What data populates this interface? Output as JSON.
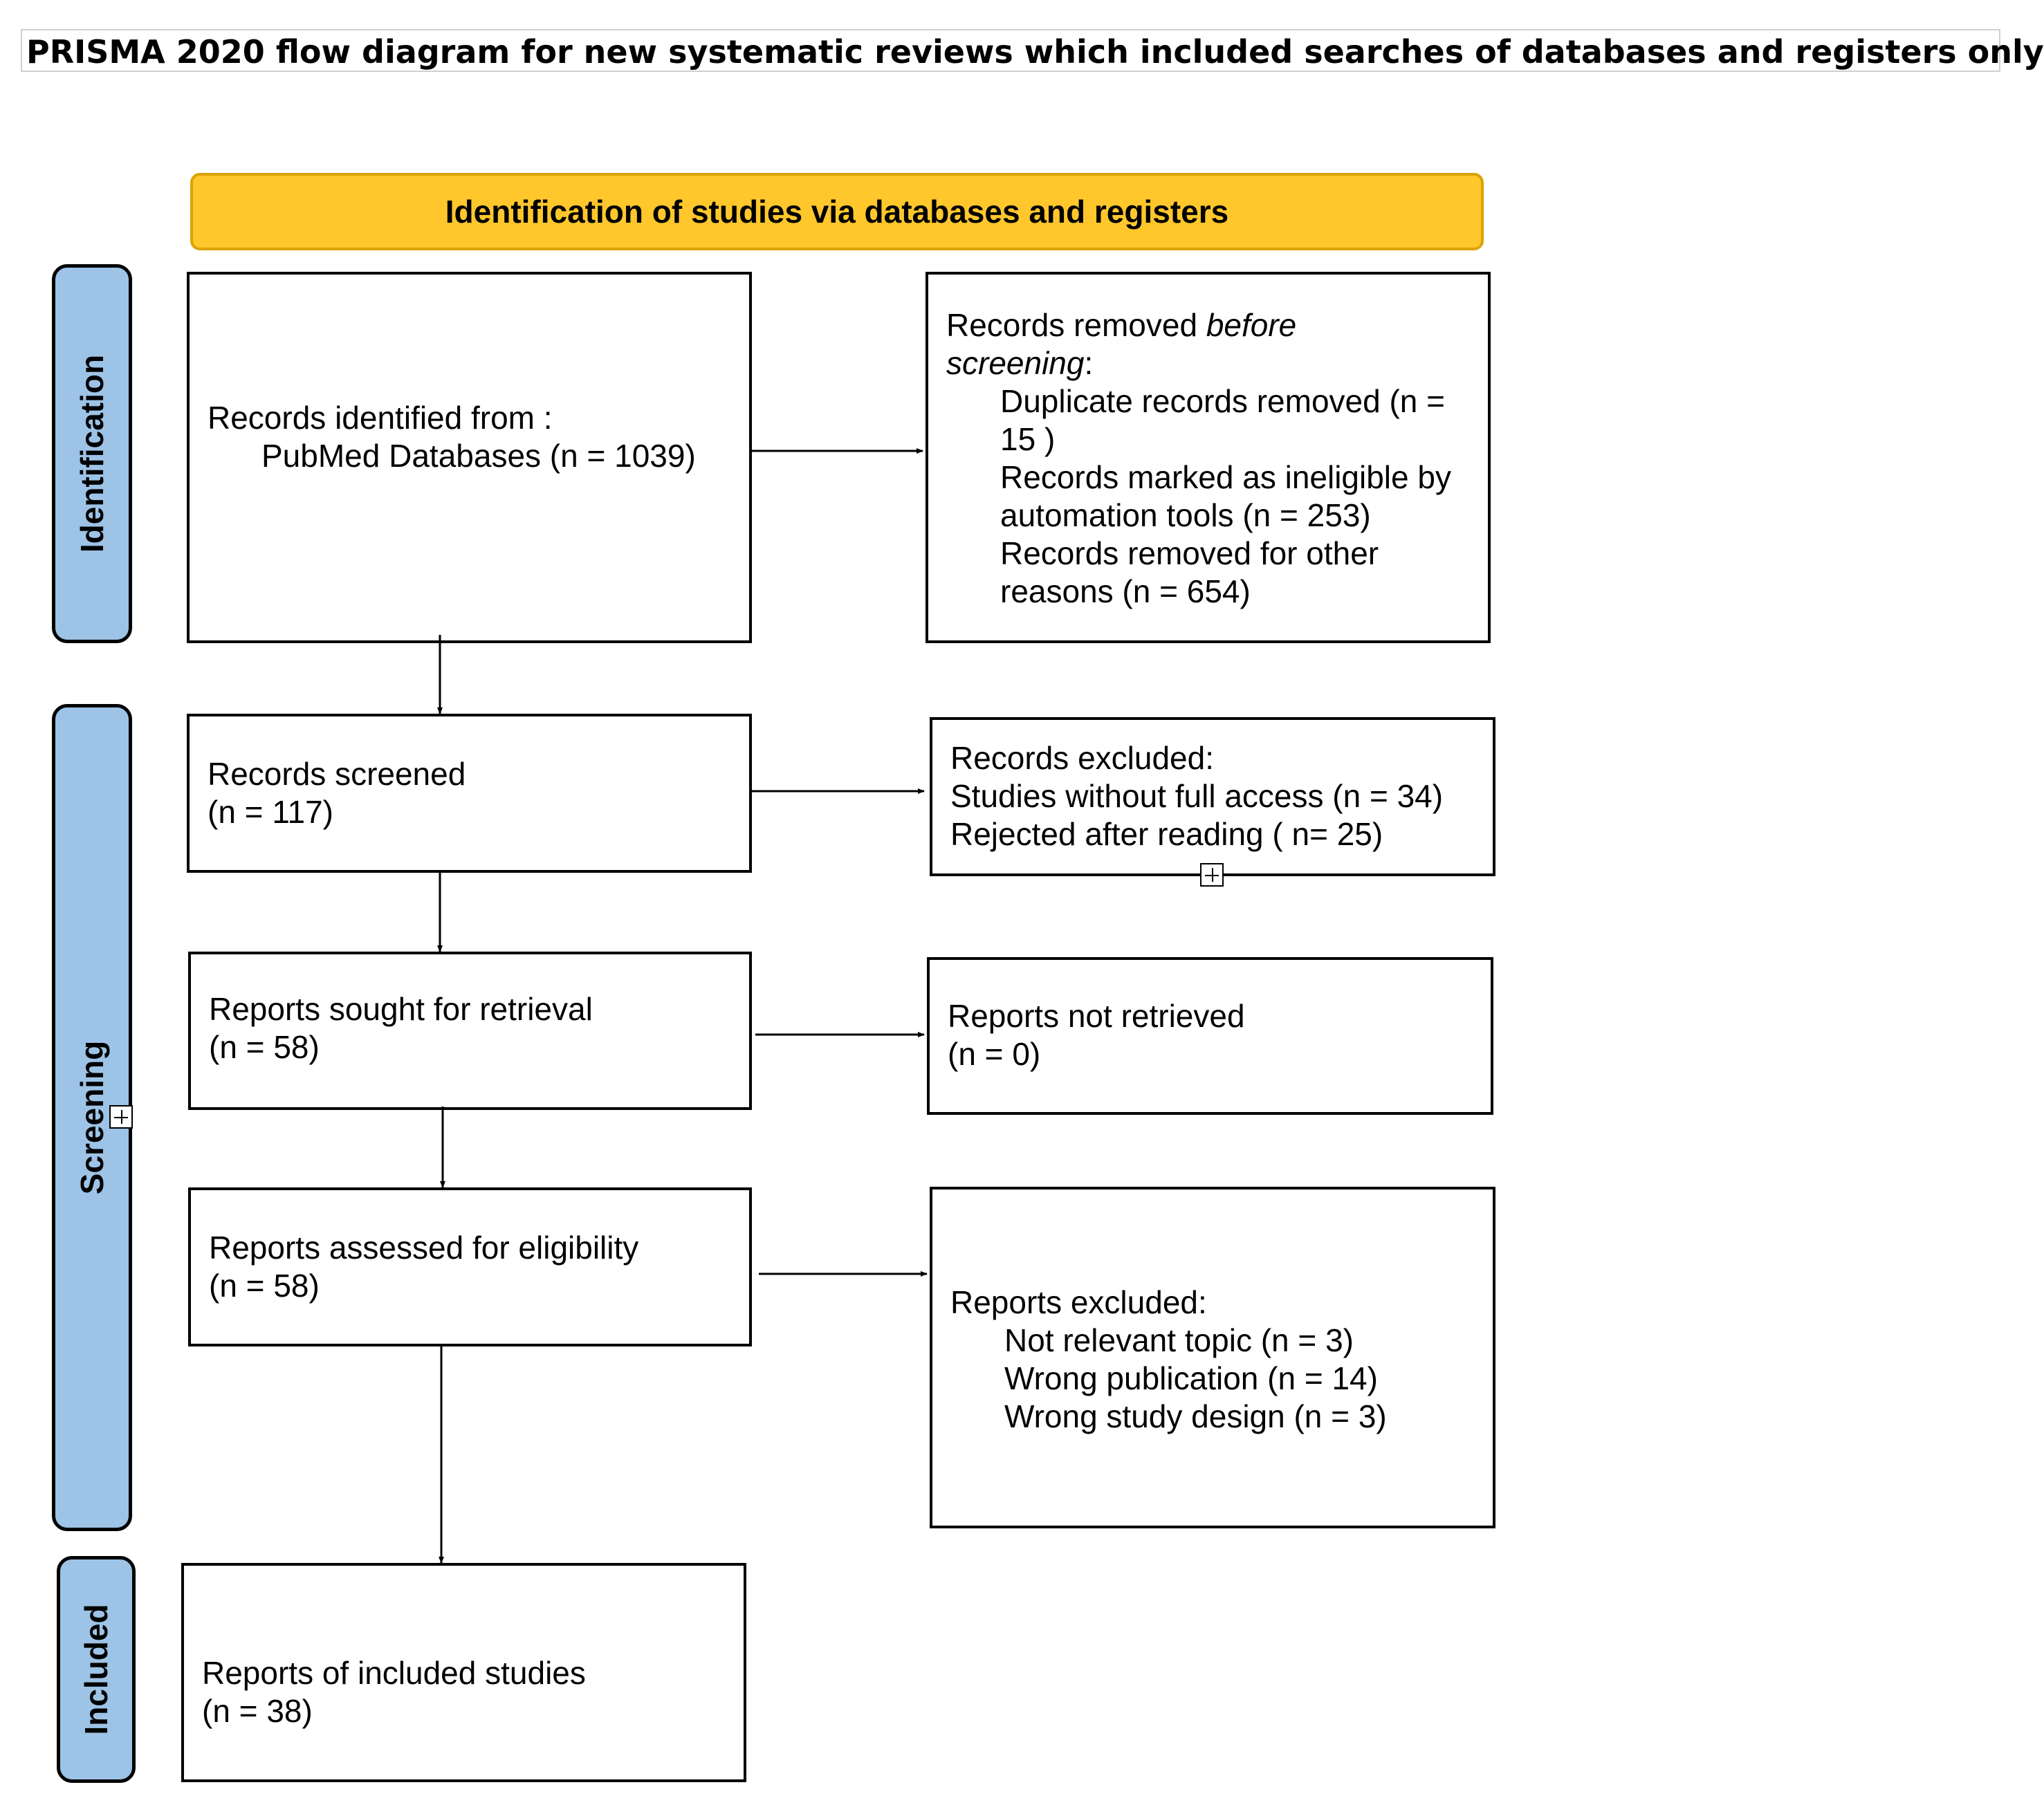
{
  "title": "PRISMA 2020 flow diagram for new systematic reviews which included searches of databases and registers only",
  "banner": "Identification of studies via databases and registers",
  "phases": {
    "identification": "Identification",
    "screening": "Screening",
    "included": "Included"
  },
  "identified": {
    "line1": "Records identified from :",
    "line2": "PubMed Databases (n = 1039)"
  },
  "removed_before": {
    "heading_prefix": "Records removed ",
    "heading_italic_1": "before",
    "heading_italic_2": "screening",
    "heading_suffix": ":",
    "items": [
      "Duplicate records removed  (n = 15 )",
      "Records marked as ineligible by automation tools (n = 253)",
      "Records removed for other reasons (n = 654)"
    ]
  },
  "screened": {
    "line1": "Records screened",
    "line2": "(n = 117)"
  },
  "excluded": {
    "line1": "Records excluded:",
    "line2": "Studies without full access (n = 34)",
    "line3": "Rejected after reading ( n= 25)"
  },
  "sought": {
    "line1": "Reports sought for retrieval",
    "line2": "(n = 58)"
  },
  "not_retrieved": {
    "line1": "Reports not retrieved",
    "line2": "(n = 0)"
  },
  "assessed": {
    "line1": "Reports assessed for eligibility",
    "line2": "(n = 58)"
  },
  "reports_excluded": {
    "heading": "Reports excluded:",
    "items": [
      "Not relevant topic  (n = 3)",
      "Wrong publication (n = 14)",
      "Wrong study design (n = 3)"
    ]
  },
  "included_studies": {
    "line1": "Reports of included studies",
    "line2": "(n = 38)"
  },
  "colors": {
    "banner_fill": "#FFC72C",
    "banner_border": "#D9A300",
    "phase_fill": "#9DC3E6"
  }
}
